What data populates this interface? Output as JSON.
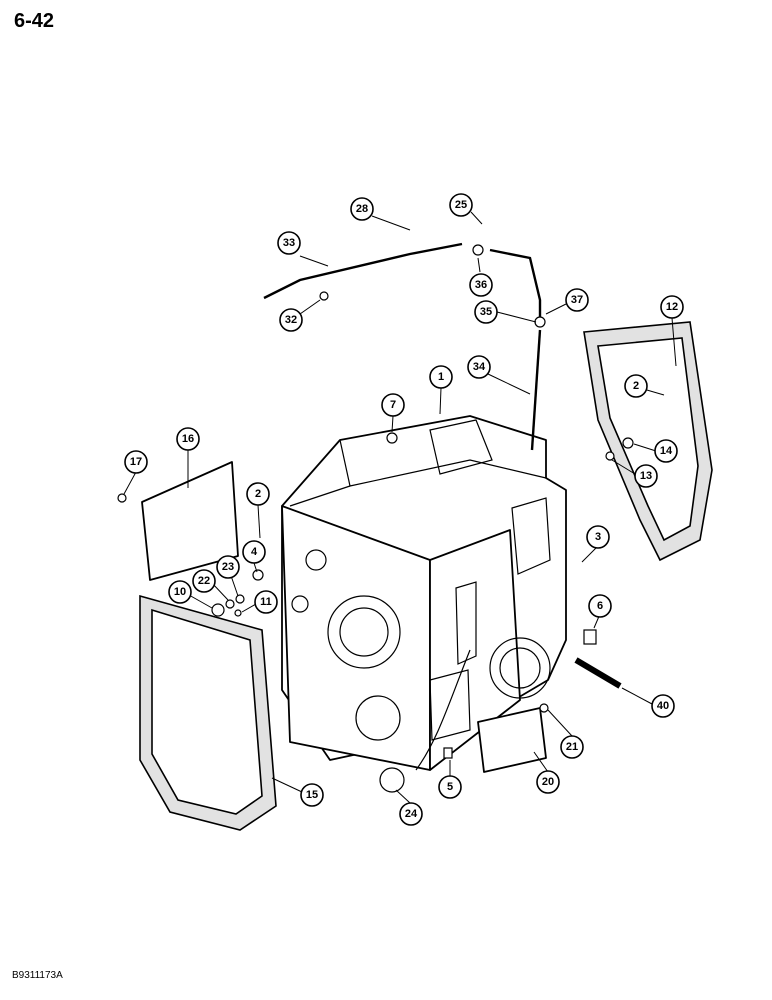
{
  "page_number": "6-42",
  "figure_code": "B9311173A",
  "callouts": [
    "1",
    "2",
    "2",
    "3",
    "4",
    "5",
    "6",
    "7",
    "10",
    "11",
    "12",
    "13",
    "14",
    "15",
    "16",
    "17",
    "20",
    "21",
    "22",
    "23",
    "24",
    "25",
    "28",
    "32",
    "33",
    "34",
    "35",
    "36",
    "37",
    "40"
  ]
}
